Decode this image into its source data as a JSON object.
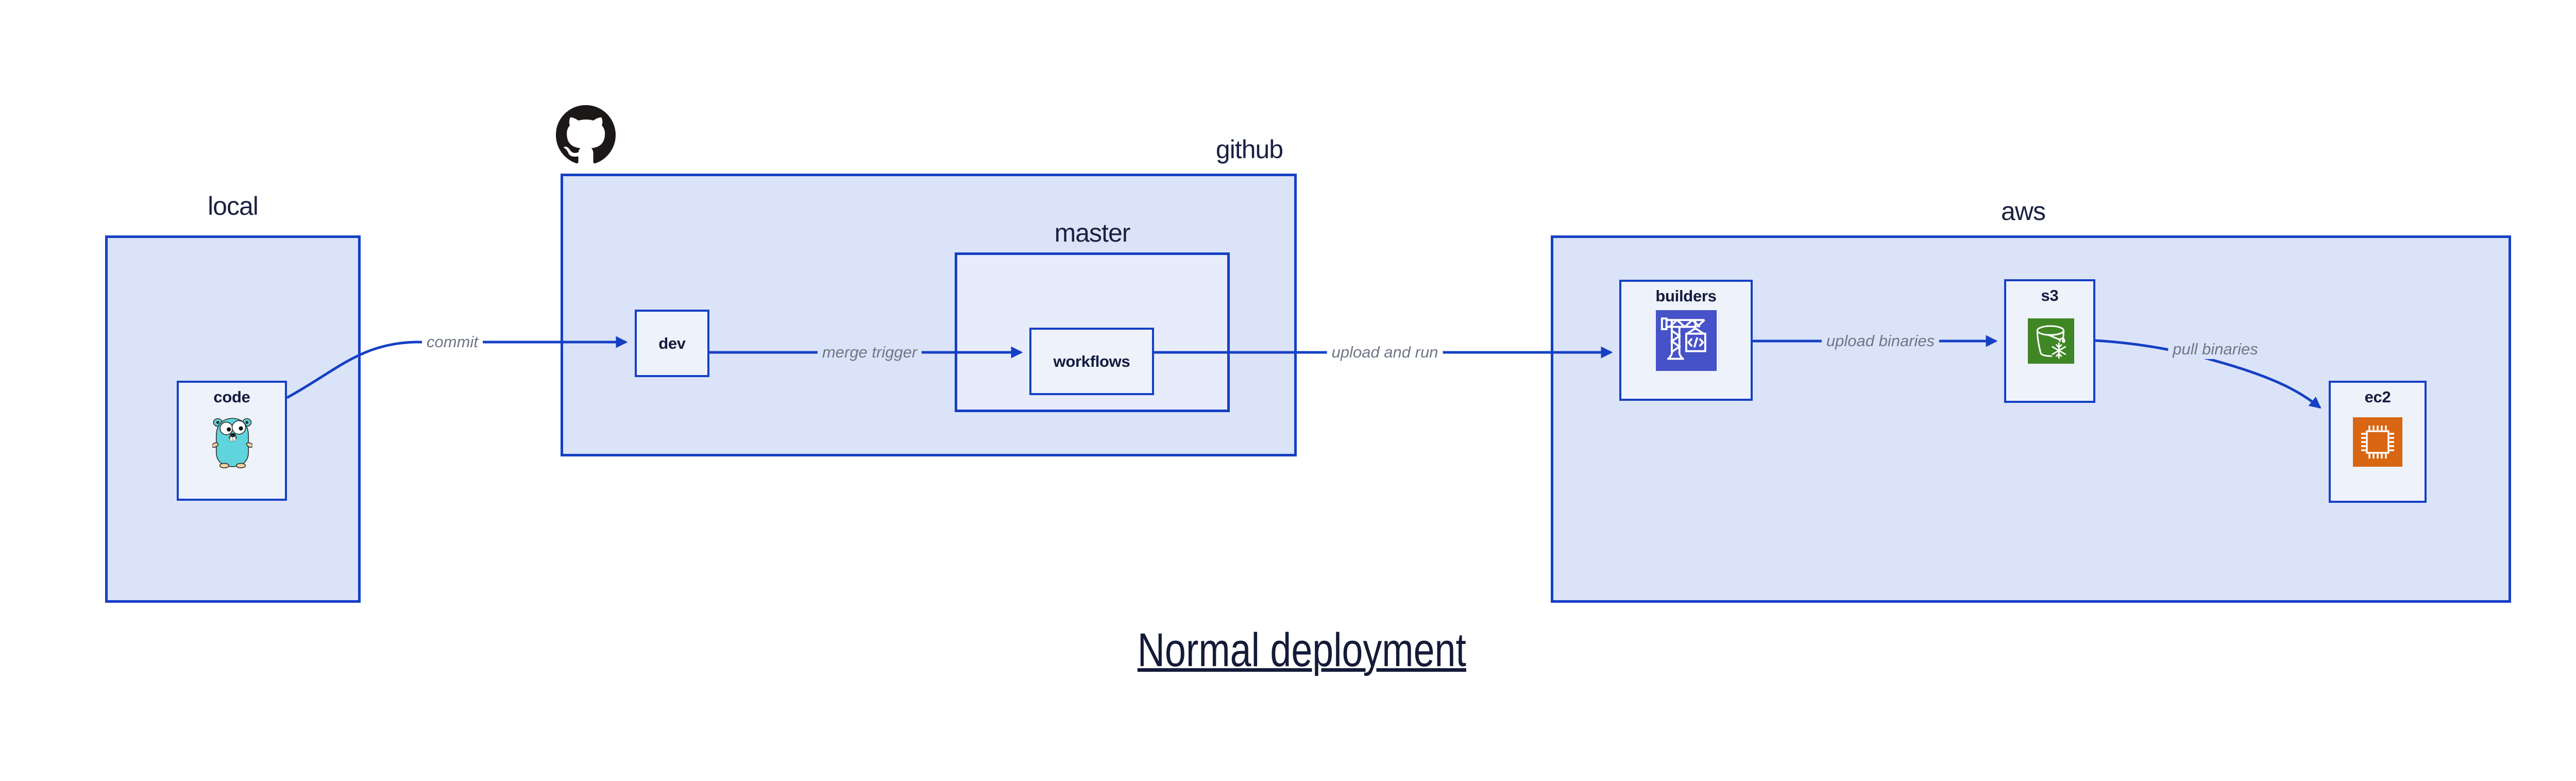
{
  "diagram": {
    "title": "Normal deployment",
    "containers": {
      "local": {
        "label": "local"
      },
      "github": {
        "label": "github"
      },
      "master": {
        "label": "master"
      },
      "aws": {
        "label": "aws"
      }
    },
    "nodes": {
      "code": {
        "label": "code",
        "icon": "go-gopher-icon"
      },
      "dev": {
        "label": "dev"
      },
      "workflows": {
        "label": "workflows"
      },
      "builders": {
        "label": "builders",
        "icon": "codebuild-crane-icon"
      },
      "s3": {
        "label": "s3",
        "icon": "s3-glacier-bucket-icon"
      },
      "ec2": {
        "label": "ec2",
        "icon": "ec2-chip-icon"
      }
    },
    "edges": {
      "commit": {
        "from": "code",
        "to": "dev",
        "label": "commit"
      },
      "merge_trigger": {
        "from": "dev",
        "to": "workflows",
        "label": "merge trigger"
      },
      "upload_and_run": {
        "from": "workflows",
        "to": "builders",
        "label": "upload and run"
      },
      "upload_binaries": {
        "from": "builders",
        "to": "s3",
        "label": "upload binaries"
      },
      "pull_binaries": {
        "from": "s3",
        "to": "ec2",
        "label": "pull binaries"
      }
    },
    "colors": {
      "border_blue": "#1540c4",
      "arrow_blue": "#1540c4",
      "container_fill": "#dbe3f8",
      "master_fill": "#e7ecfa",
      "node_fill": "#eef2fb",
      "edge_label_gray": "#6f7687",
      "text_navy": "#141b38",
      "github_black": "#1b1817",
      "codebuild_indigo": "#4652c7",
      "s3_glacier_green": "#3f8624",
      "ec2_orange": "#d86613",
      "gopher_teal": "#5fd4dc"
    }
  }
}
